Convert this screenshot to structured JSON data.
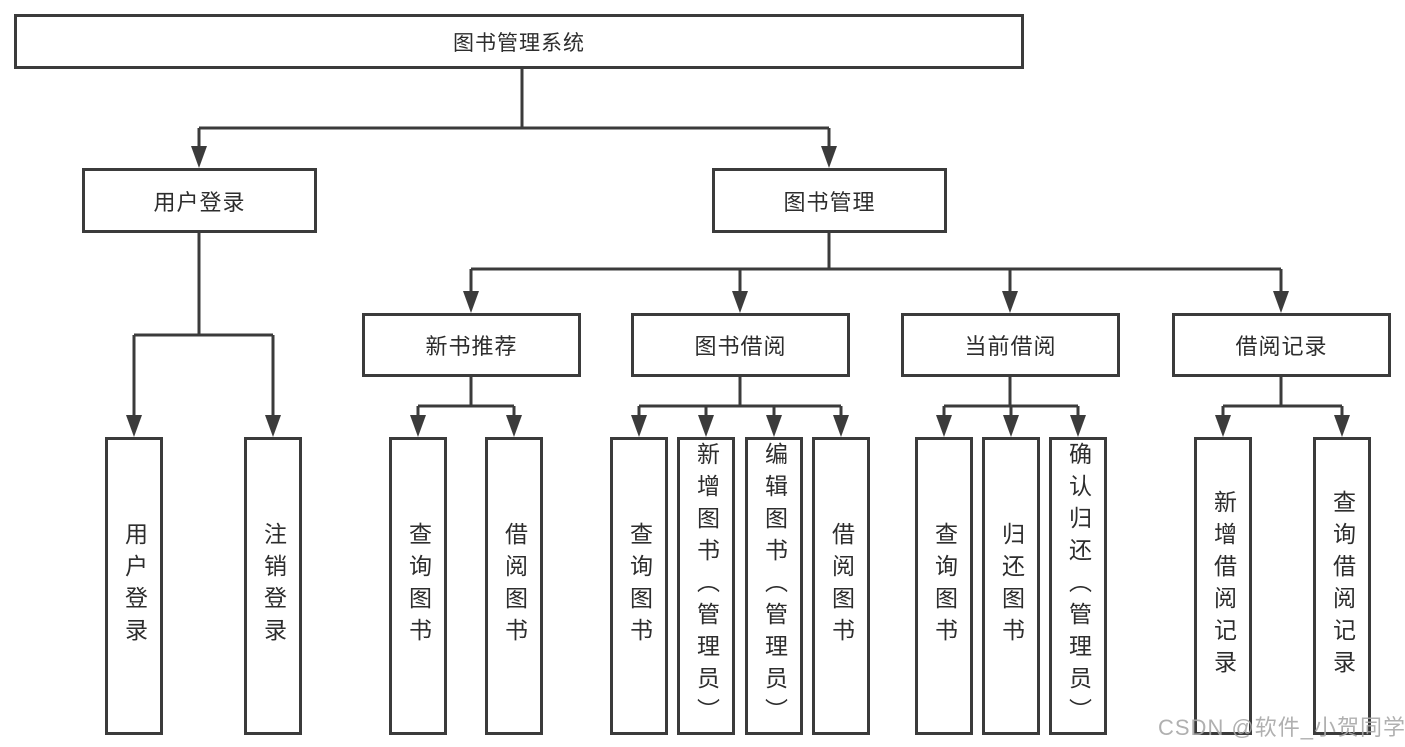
{
  "diagram": {
    "type": "org-tree",
    "tree": {
      "root": {
        "label": "图书管理系统"
      },
      "children": [
        {
          "label": "用户登录",
          "children": [
            {
              "label": "用户登录"
            },
            {
              "label": "注销登录"
            }
          ]
        },
        {
          "label": "图书管理",
          "children": [
            {
              "label": "新书推荐",
              "children": [
                {
                  "label": "查询图书"
                },
                {
                  "label": "借阅图书"
                }
              ]
            },
            {
              "label": "图书借阅",
              "children": [
                {
                  "label": "查询图书"
                },
                {
                  "label": "新增图书（管理员）"
                },
                {
                  "label": "编辑图书（管理员）"
                },
                {
                  "label": "借阅图书"
                }
              ]
            },
            {
              "label": "当前借阅",
              "children": [
                {
                  "label": "查询图书"
                },
                {
                  "label": "归还图书"
                },
                {
                  "label": "确认归还（管理员）"
                }
              ]
            },
            {
              "label": "借阅记录",
              "children": [
                {
                  "label": "新增借阅记录"
                },
                {
                  "label": "查询借阅记录"
                }
              ]
            }
          ]
        }
      ]
    },
    "watermark": "CSDN @软件_小贺同学",
    "colors": {
      "line": "#3b3b3b",
      "text": "#2d2d2d",
      "watermark": "#a8a8a8",
      "background": "#ffffff"
    }
  }
}
